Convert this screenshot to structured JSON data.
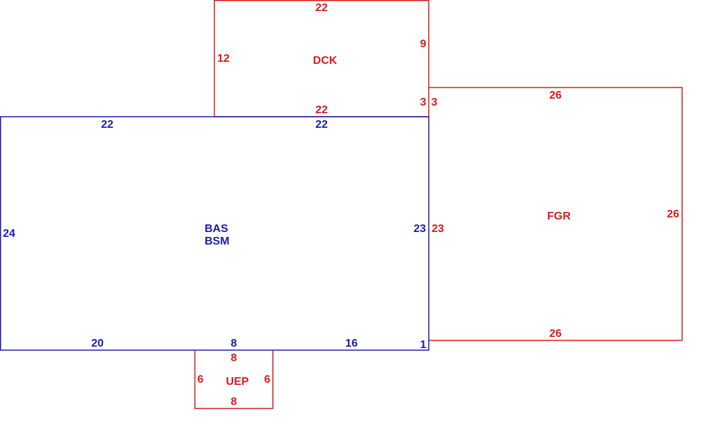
{
  "colors": {
    "red": "#d21e1e",
    "blue": "#1a1ab0",
    "background": "#ffffff"
  },
  "dck": {
    "name": "DCK",
    "top": "22",
    "bottom": "22",
    "left": "12",
    "right": "9"
  },
  "bas": {
    "name1": "BAS",
    "name2": "BSM",
    "top_left": "22",
    "top_right": "22",
    "left": "24",
    "right": "23",
    "bottom_left": "20",
    "bottom_mid": "8",
    "bottom_right": "16",
    "corner": "1",
    "dck_joint": "3"
  },
  "fgr": {
    "name": "FGR",
    "top": "26",
    "bottom": "26",
    "left": "23",
    "right": "26",
    "joint": "3"
  },
  "uep": {
    "name": "UEP",
    "top": "8",
    "bottom": "8",
    "left": "6",
    "right": "6"
  }
}
